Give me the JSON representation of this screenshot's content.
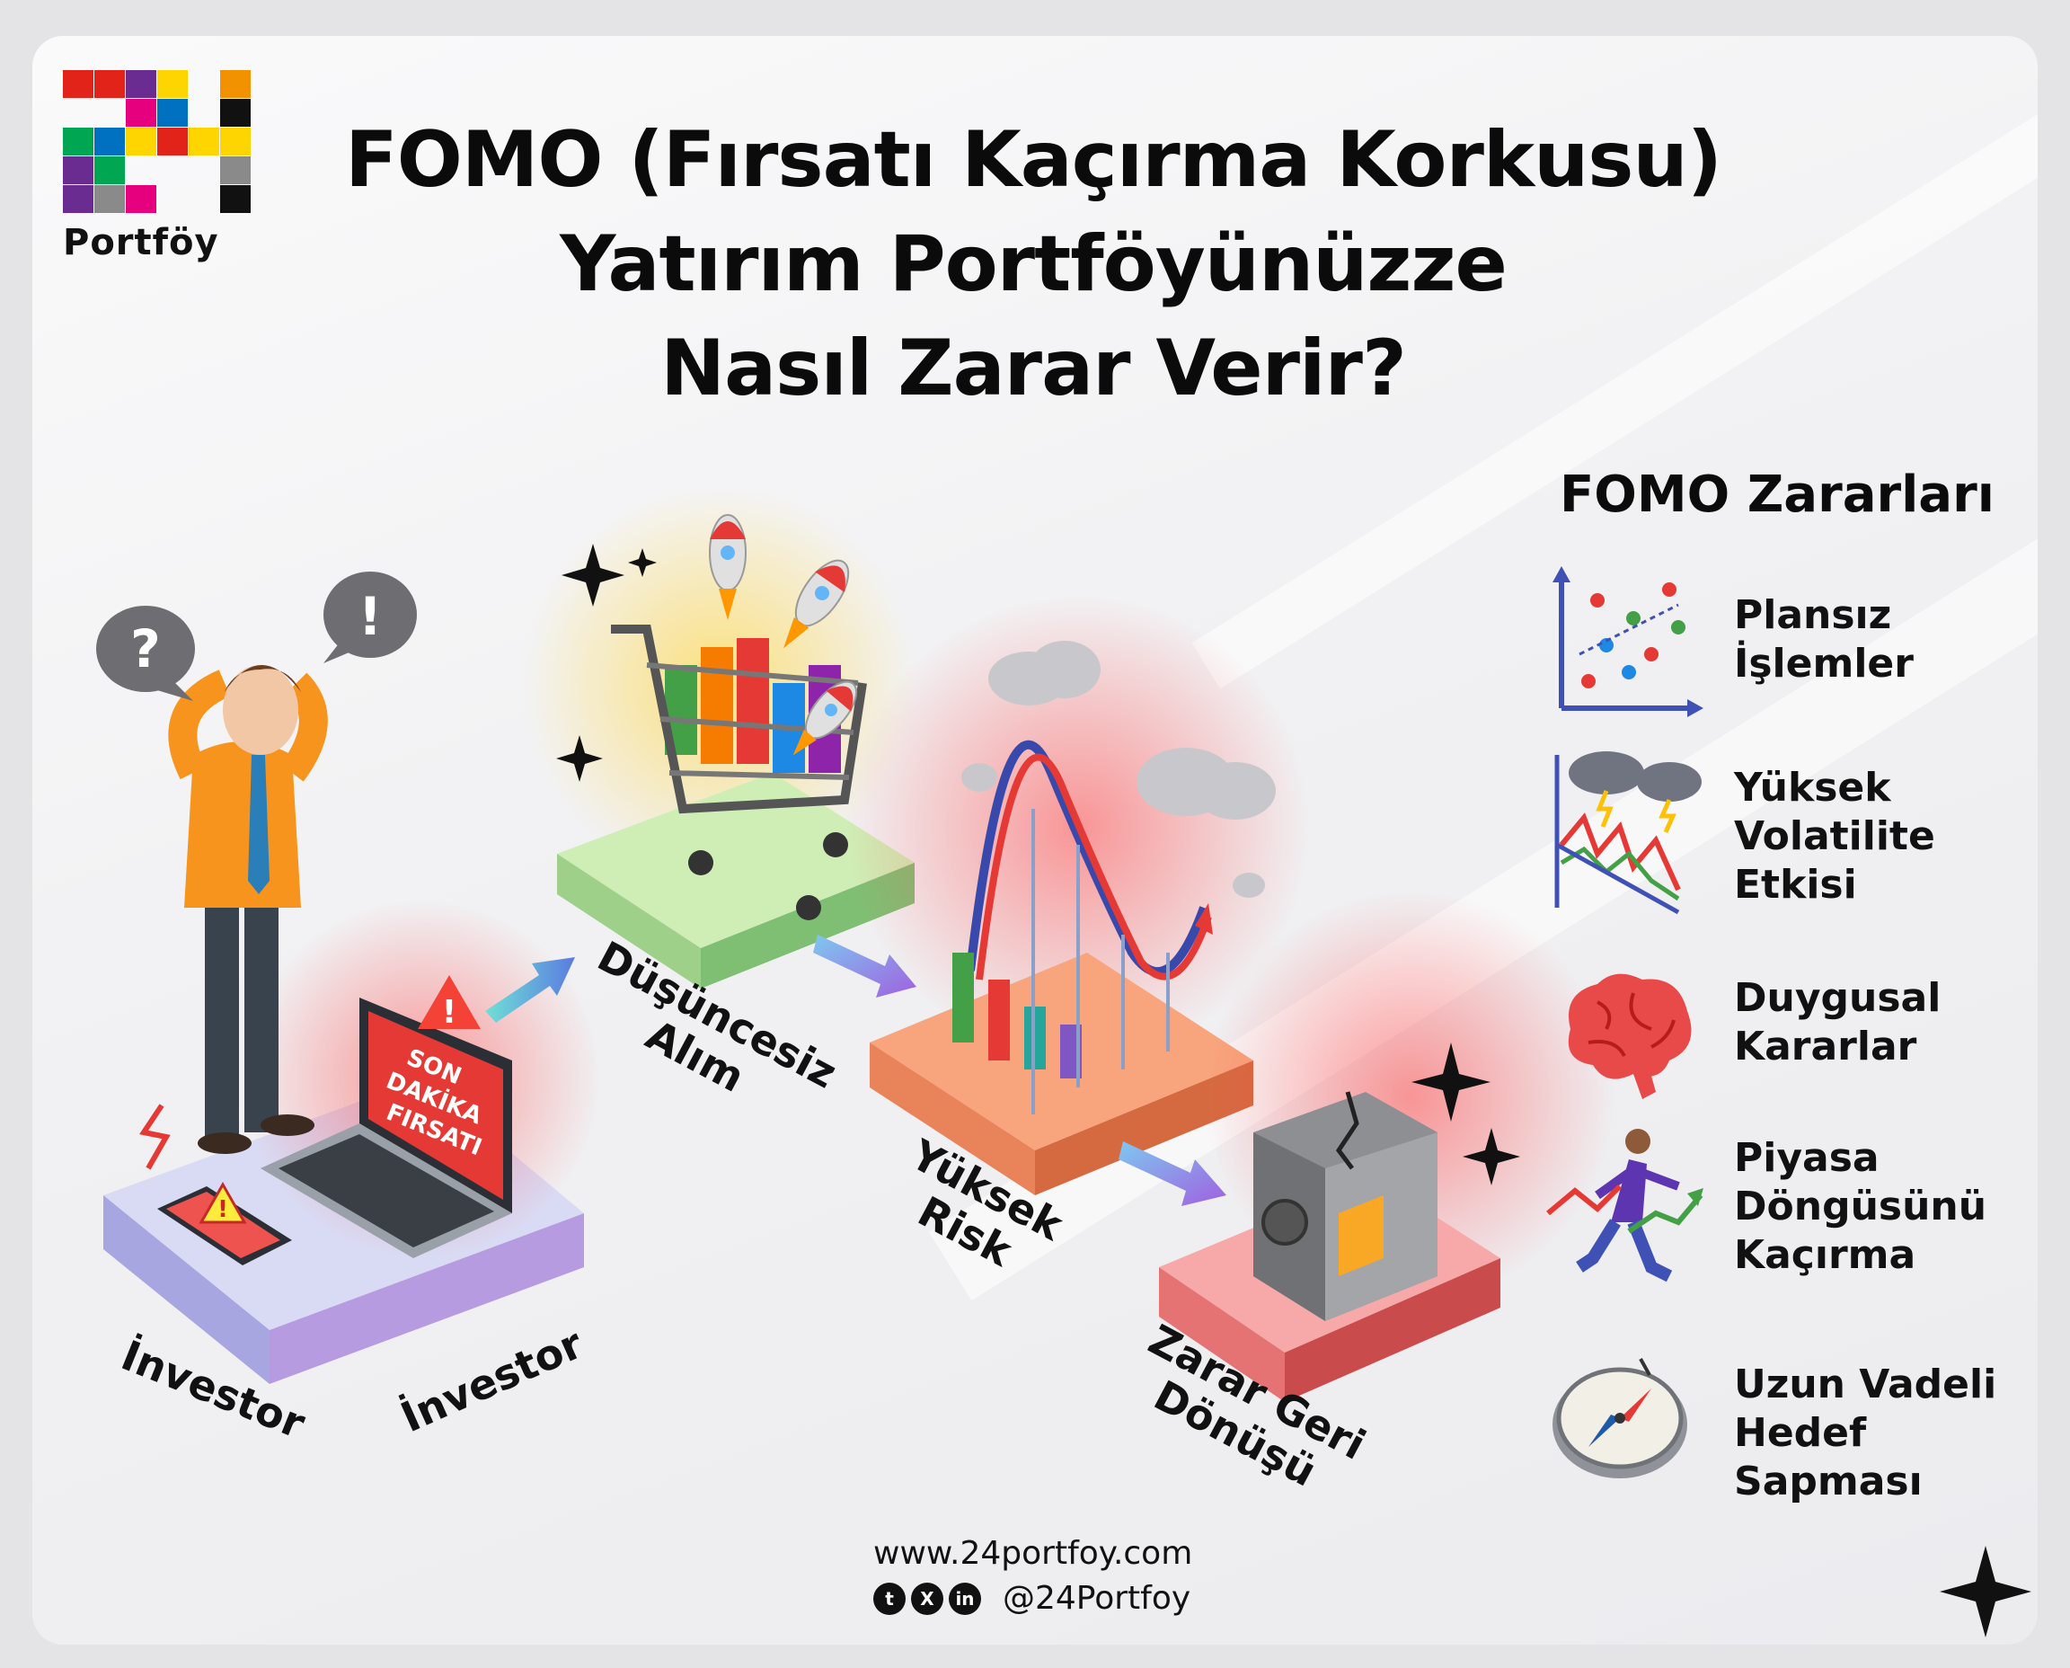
{
  "logo": {
    "text": "Portföy",
    "colors": [
      "#e2231a",
      "#f39200",
      "#ffd500",
      "#00a651",
      "#0070c0",
      "#6a2c91",
      "#e6007e",
      "#111111",
      "#8a8a8a"
    ]
  },
  "title": {
    "line1": "FOMO (Fırsatı Kaçırma Korkusu)",
    "line2": "Yatırım Portföyünüzze",
    "line3": "Nasıl Zarar Verir?"
  },
  "scene": {
    "laptop_text": [
      "SON",
      "DAKİKA",
      "FIRSATI"
    ],
    "bubble_left": "?",
    "bubble_right": "!",
    "labels": {
      "investor_left": "İnvestor",
      "investor_right": "İnvestor",
      "thoughtless_buy_line1": "Düşüncesiz",
      "thoughtless_buy_line2": "Alım",
      "high_risk_line1": "Yüksek",
      "high_risk_line2": "Risk",
      "loss_line1": "Zarar Geri",
      "loss_line2": "Dönüşü"
    }
  },
  "sidebar": {
    "title": "FOMO Zararları",
    "items": [
      {
        "lines": [
          "Plansız",
          "İşlemler"
        ],
        "icon": "scatter-chart-icon"
      },
      {
        "lines": [
          "Yüksek",
          "Volatilite",
          "Etkisi"
        ],
        "icon": "storm-chart-icon"
      },
      {
        "lines": [
          "Duygusal",
          "Kararlar"
        ],
        "icon": "brain-icon"
      },
      {
        "lines": [
          "Piyasa",
          "Döngüsünü",
          "Kaçırma"
        ],
        "icon": "running-man-icon"
      },
      {
        "lines": [
          "Uzun Vadeli",
          "Hedef Sapması"
        ],
        "icon": "compass-icon"
      }
    ]
  },
  "footer": {
    "url": "www.24portfoy.com",
    "handle": "@24Portfoy",
    "social": [
      "twitter-icon",
      "x-icon",
      "linkedin-icon"
    ]
  }
}
